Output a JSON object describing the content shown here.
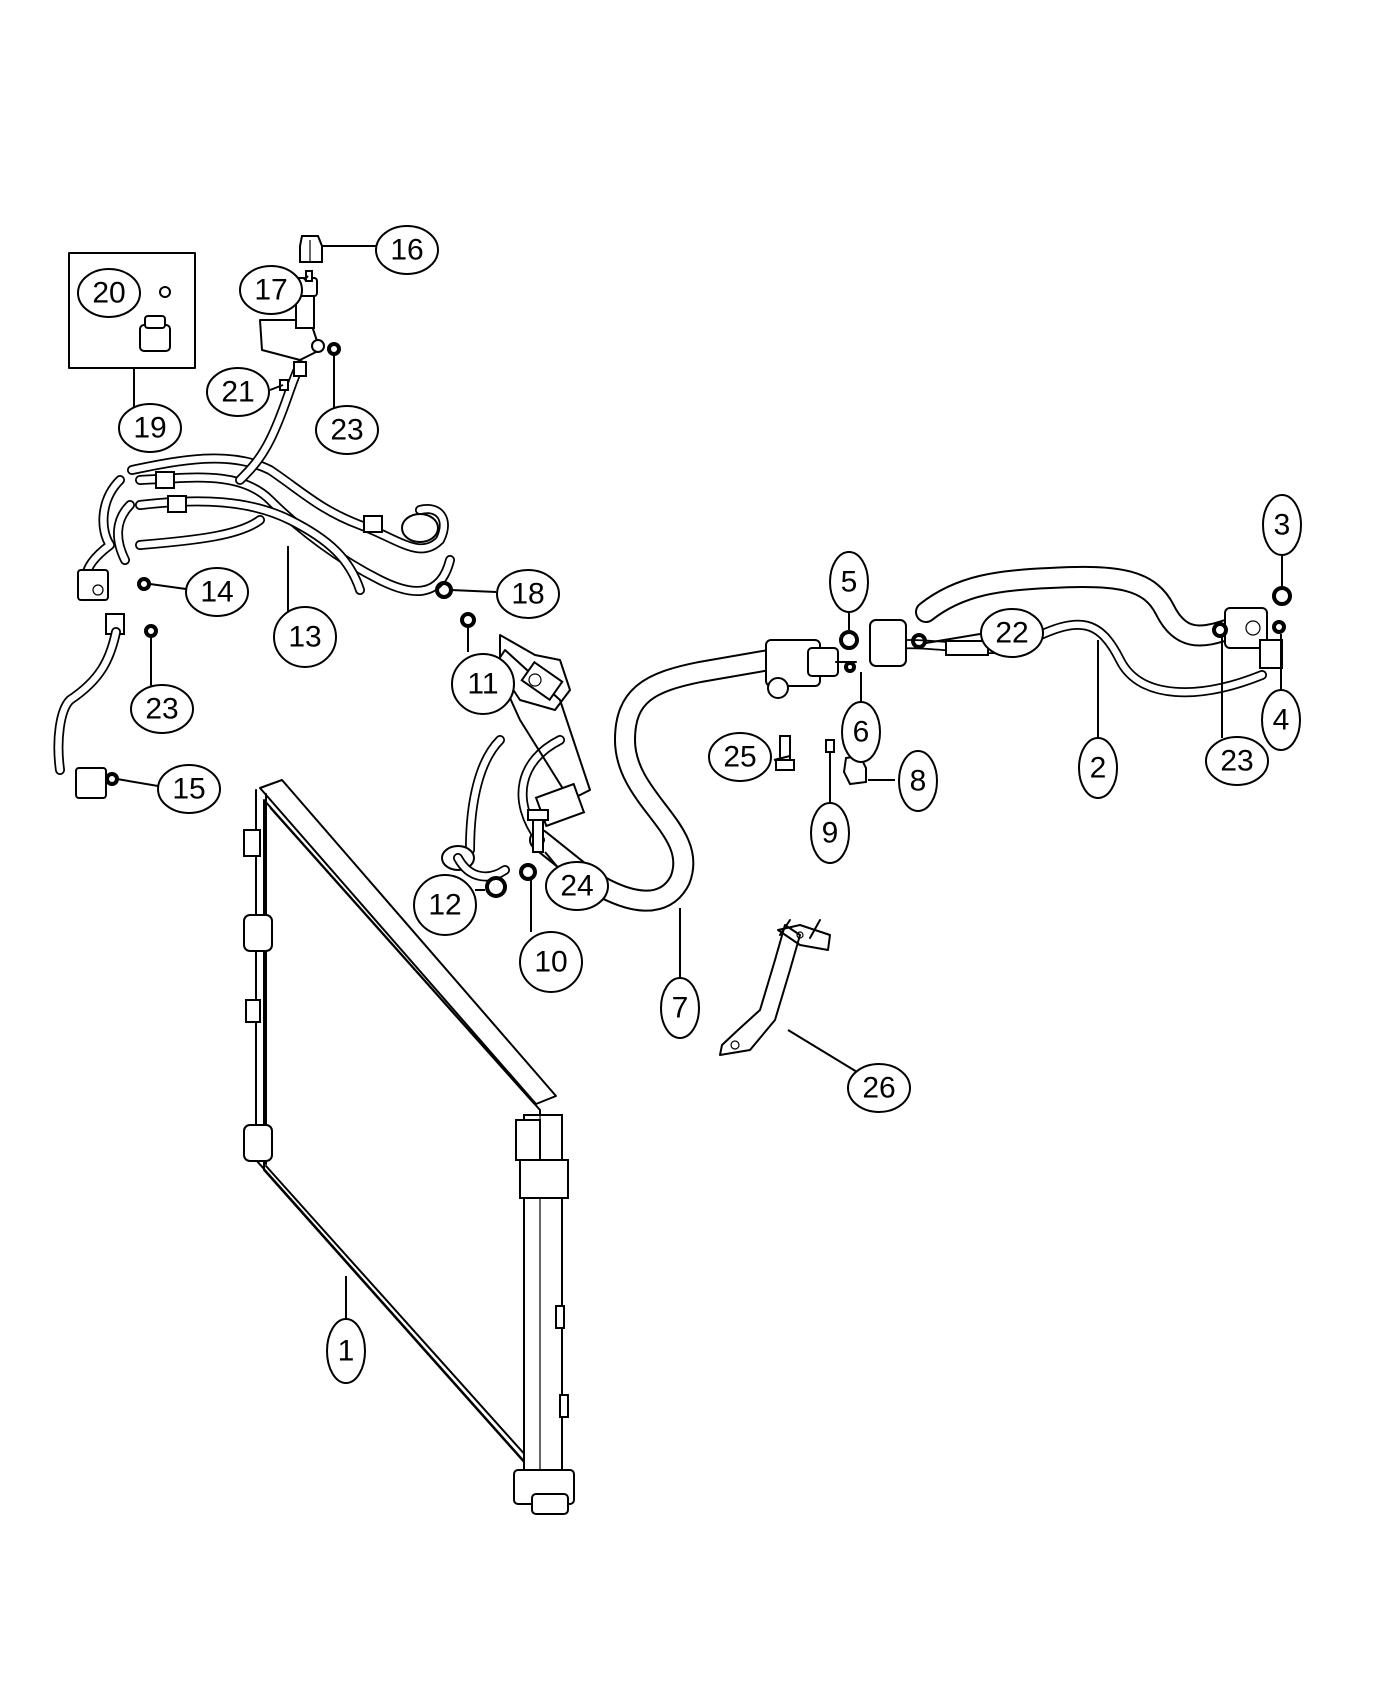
{
  "callouts": {
    "c1": "1",
    "c2": "2",
    "c3": "3",
    "c4": "4",
    "c5": "5",
    "c6": "6",
    "c7": "7",
    "c8": "8",
    "c9": "9",
    "c10": "10",
    "c11": "11",
    "c12": "12",
    "c13": "13",
    "c14": "14",
    "c15": "15",
    "c16": "16",
    "c17": "17",
    "c18": "18",
    "c19": "19",
    "c20": "20",
    "c21": "21",
    "c22": "22",
    "c23a": "23",
    "c23b": "23",
    "c23c": "23",
    "c24": "24",
    "c25": "25",
    "c26": "26"
  }
}
